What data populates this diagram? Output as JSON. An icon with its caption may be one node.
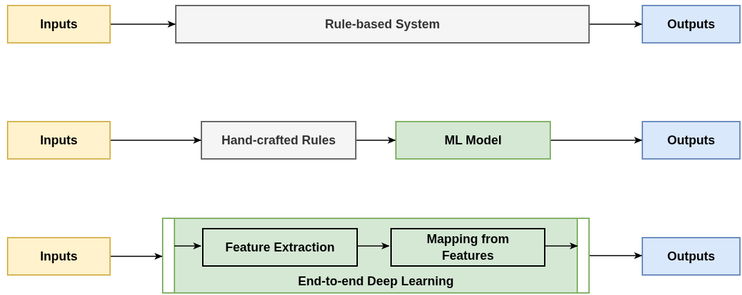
{
  "diagram": {
    "nodes": [
      {
        "text": [
          "Inputs"
        ]
      },
      {
        "text": [
          "Rule-based System"
        ]
      },
      {
        "text": [
          "Outputs"
        ]
      },
      {
        "text": [
          "Inputs"
        ]
      },
      {
        "text": [
          "Hand-crafted Rules"
        ]
      },
      {
        "text": [
          "ML Model"
        ]
      },
      {
        "text": [
          "Outputs"
        ]
      },
      {
        "text": [
          "Inputs"
        ]
      },
      {
        "text": [
          "End-to-end Deep Learning"
        ]
      },
      {
        "text": [
          "Feature Extraction"
        ],
        "in": 8
      },
      {
        "text": [
          "Mapping from Features"
        ],
        "in": 8
      },
      {
        "text": [
          "Outputs"
        ]
      }
    ],
    "edges": [
      {
        "from": 0,
        "to": 1,
        "arrow": "to"
      },
      {
        "from": 1,
        "to": 2,
        "arrow": "to"
      },
      {
        "from": 3,
        "to": 4,
        "arrow": "to"
      },
      {
        "from": 4,
        "to": 5,
        "arrow": "to"
      },
      {
        "from": 5,
        "to": 6,
        "arrow": "to"
      },
      {
        "from": 7,
        "to": 8,
        "arrow": "to"
      },
      {
        "from": 8,
        "to": 11,
        "arrow": "to"
      },
      {
        "from": null,
        "to": 9,
        "arrow": "to"
      },
      {
        "from": 9,
        "to": 10,
        "arrow": "to"
      },
      {
        "from": 10,
        "to": null,
        "arrow": "to"
      }
    ]
  }
}
